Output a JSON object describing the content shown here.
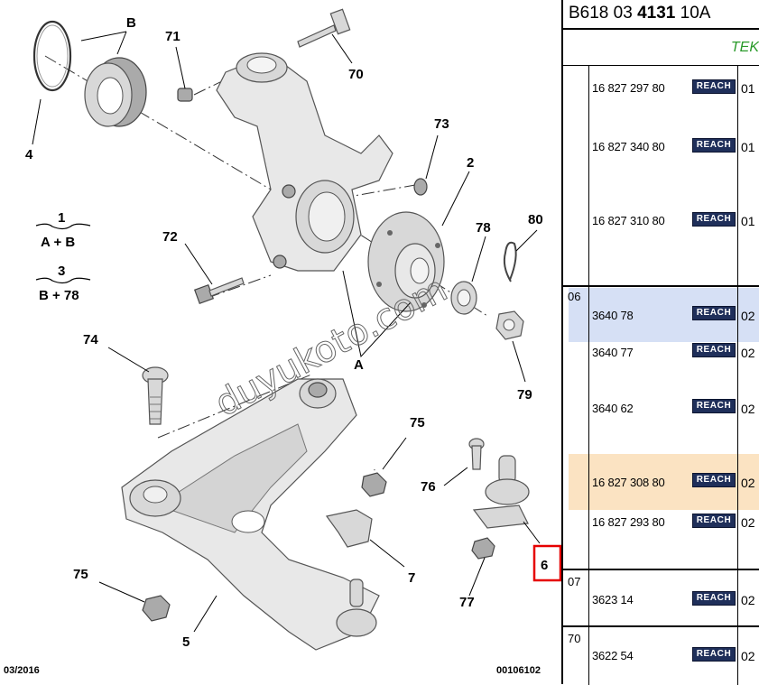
{
  "diagram": {
    "callouts": {
      "c4": "4",
      "cB": "B",
      "c71": "71",
      "c70": "70",
      "c73": "73",
      "c2": "2",
      "c72": "72",
      "c78": "78",
      "c80": "80",
      "c74": "74",
      "cA": "A",
      "c79": "79",
      "c75a": "75",
      "c76": "76",
      "c6": "6",
      "c75b": "75",
      "c77": "77",
      "c7": "7",
      "c5": "5"
    },
    "legend": {
      "n1": "1",
      "f1": "A + B",
      "n3": "3",
      "f3": "B + 78"
    },
    "footer_date": "03/2016",
    "footer_ref": "00106102",
    "watermark": "duyukoto.com",
    "highlight_color": "#e60000"
  },
  "panel": {
    "header_prefix": "B618 03 ",
    "header_bold": "4131",
    "header_suffix": " 10A",
    "tek": "TEK",
    "tag": "REACH",
    "colors": {
      "blue_row": "#d6e0f5",
      "orange_row": "#fbe3c2",
      "tag_bg": "#1f2f5a",
      "tek": "#2a9a2a"
    },
    "groups": {
      "g06": "06",
      "g07": "07",
      "g70": "70"
    },
    "rows": [
      {
        "pn": "16 827 297 80",
        "qty": "01"
      },
      {
        "pn": "16 827 340 80",
        "qty": "01"
      },
      {
        "pn": "16 827 310 80",
        "qty": "01"
      },
      {
        "pn": "3640 78",
        "qty": "02"
      },
      {
        "pn": "3640 77",
        "qty": "02"
      },
      {
        "pn": "3640 62",
        "qty": "02"
      },
      {
        "pn": "16 827 308 80",
        "qty": "02"
      },
      {
        "pn": "16 827 293 80",
        "qty": "02"
      },
      {
        "pn": "3623 14",
        "qty": "02"
      },
      {
        "pn": "3622 54",
        "qty": "02"
      }
    ]
  }
}
